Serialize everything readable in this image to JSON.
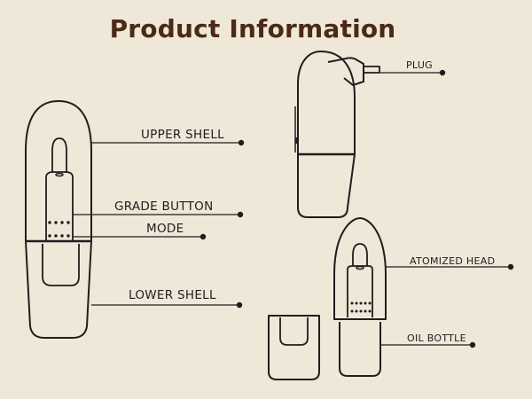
{
  "title": "Product Information",
  "labels": {
    "upper_shell": "UPPER SHELL",
    "grade_button": "GRADE BUTTON",
    "mode": "MODE",
    "lower_shell": "LOWER SHELL",
    "plug": "PLUG",
    "atomized_head": "ATOMIZED HEAD",
    "oil_bottle": "OIL BOTTLE"
  },
  "colors": {
    "background": "#efe7d8",
    "title": "#4a2a16",
    "line": "#1e1e1e"
  }
}
